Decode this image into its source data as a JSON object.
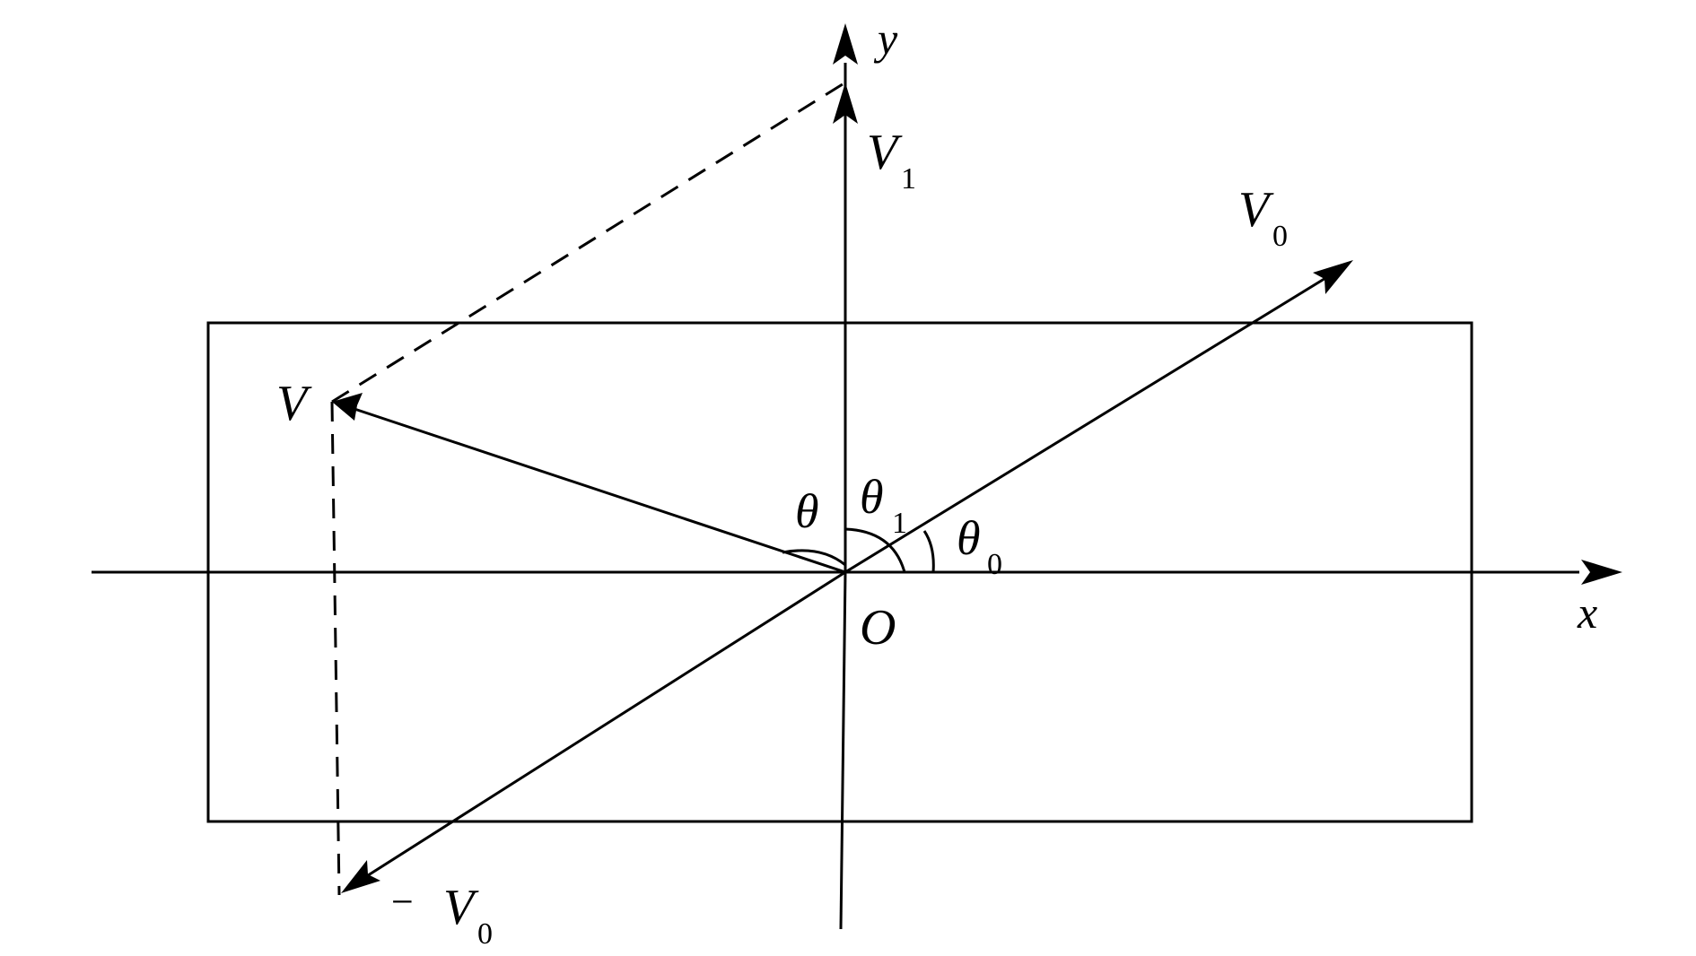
{
  "diagram": {
    "stroke_color": "#000000",
    "background_color": "#ffffff",
    "labels": {
      "y_axis": "y",
      "x_axis": "x",
      "origin": "O",
      "v1_main": "V",
      "v1_sub": "1",
      "v0_main": "V",
      "v0_sub": "0",
      "v_main": "V",
      "neg_v0_sign": "−",
      "neg_v0_main": "V",
      "neg_v0_sub": "0",
      "theta": "θ",
      "theta1_main": "θ",
      "theta1_sub": "1",
      "theta0_main": "θ",
      "theta0_sub": "0"
    }
  }
}
